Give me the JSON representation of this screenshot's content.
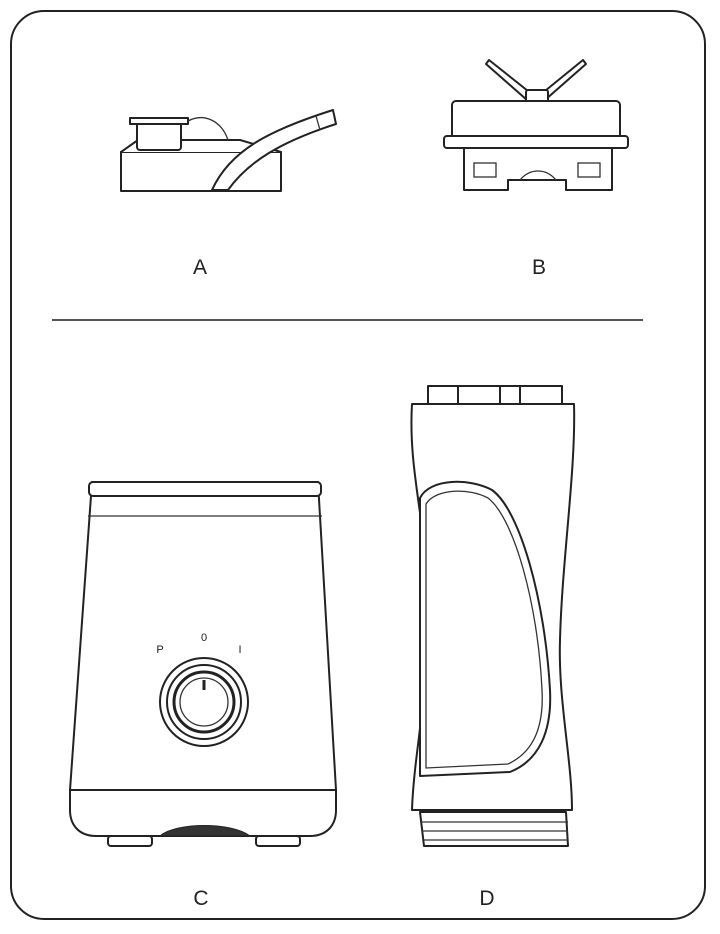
{
  "labels": {
    "a": "A",
    "b": "B",
    "c": "C",
    "d": "D"
  },
  "dial_marks": {
    "left": "P",
    "middle": "0",
    "right": "I"
  }
}
